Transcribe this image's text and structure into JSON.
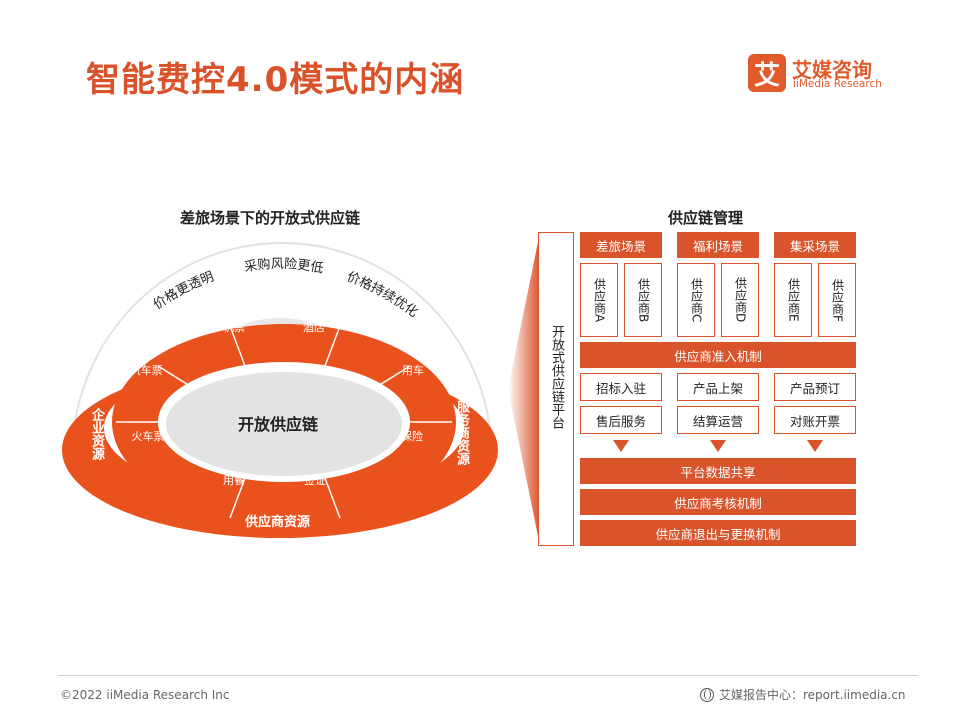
{
  "title": "智能费控4.0模式的内涵",
  "logo": {
    "mark": "艾",
    "name_cn": "艾媒咨询",
    "name_en": "iiMedia Research"
  },
  "left": {
    "heading": "差旅场景下的开放式供应链",
    "arc_labels": [
      "价格更透明",
      "采购风险更低",
      "价格持续优化"
    ],
    "center": "开放供应链",
    "ring_items": [
      "机票",
      "酒店",
      "用车",
      "保险",
      "签证",
      "用餐",
      "火车票",
      "汽车票"
    ],
    "left_side": "企业资源",
    "right_side": "服务商资源",
    "bottom": "供应商资源"
  },
  "right": {
    "heading": "供应链管理",
    "platform": "开放式供应链平台",
    "scenes": [
      "差旅场景",
      "福利场景",
      "集采场景"
    ],
    "suppliers": [
      "供应商A",
      "供应商B",
      "供应商C",
      "供应商D",
      "供应商E",
      "供应商F"
    ],
    "access": "供应商准入机制",
    "services": [
      "招标入驻",
      "产品上架",
      "产品预订",
      "售后服务",
      "结算运营",
      "对账开票"
    ],
    "bottom_bars": [
      "平台数据共享",
      "供应商考核机制",
      "供应商退出与更换机制"
    ]
  },
  "footer": {
    "copyright": "©2022  iiMedia Research  Inc",
    "source": "艾媒报告中心：report.iimedia.cn"
  },
  "colors": {
    "accent": "#d9542b",
    "light_gray": "#e6e6e6"
  }
}
